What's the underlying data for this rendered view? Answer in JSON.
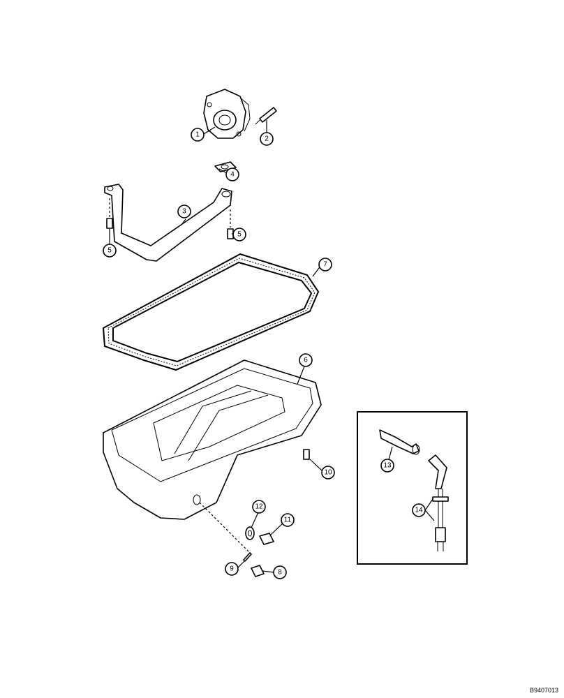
{
  "callouts": [
    {
      "id": "c1",
      "label": "1"
    },
    {
      "id": "c2",
      "label": "2"
    },
    {
      "id": "c3",
      "label": "3"
    },
    {
      "id": "c4",
      "label": "4"
    },
    {
      "id": "c5a",
      "label": "5"
    },
    {
      "id": "c5b",
      "label": "5"
    },
    {
      "id": "c6",
      "label": "6"
    },
    {
      "id": "c7",
      "label": "7"
    },
    {
      "id": "c8",
      "label": "8"
    },
    {
      "id": "c9",
      "label": "9"
    },
    {
      "id": "c10",
      "label": "10"
    },
    {
      "id": "c11",
      "label": "11"
    },
    {
      "id": "c12",
      "label": "12"
    },
    {
      "id": "c13",
      "label": "13"
    },
    {
      "id": "c14",
      "label": "14"
    }
  ],
  "figure_id": "B9407013"
}
